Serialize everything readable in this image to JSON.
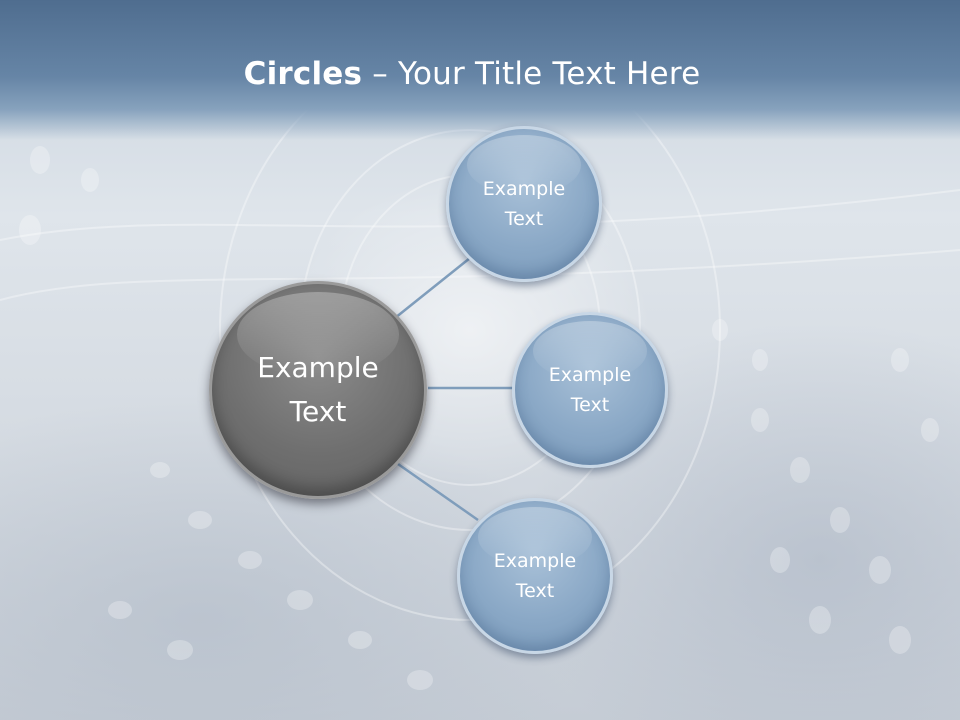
{
  "slide": {
    "title_bold": "Circles",
    "title_rest": " – Your Title Text Here"
  },
  "diagram": {
    "center": {
      "line1": "Example",
      "line2": "Text"
    },
    "nodes": [
      {
        "line1": "Example",
        "line2": "Text"
      },
      {
        "line1": "Example",
        "line2": "Text"
      },
      {
        "line1": "Example",
        "line2": "Text"
      }
    ]
  },
  "colors": {
    "header": "#5c7a9c",
    "node_fill": "#8aa8c6",
    "center_fill": "#6f6f6f",
    "connector": "#7f9dbb"
  }
}
